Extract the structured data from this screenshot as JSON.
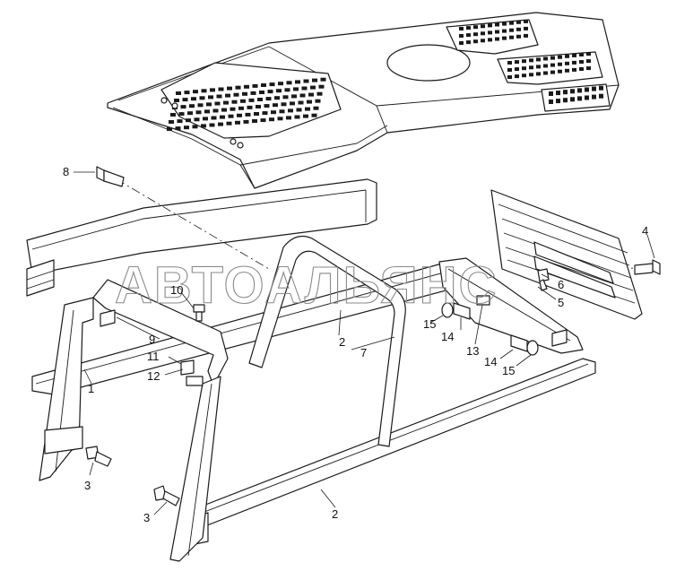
{
  "watermark": "АВТОАЛЬЯНС",
  "callouts": {
    "c1": "1",
    "c2a": "2",
    "c2b": "2",
    "c3a": "3",
    "c3b": "3",
    "c4": "4",
    "c5": "5",
    "c6": "6",
    "c7": "7",
    "c8": "8",
    "c9": "9",
    "c10": "10",
    "c11": "11",
    "c12": "12",
    "c13": "13",
    "c14a": "14",
    "c14b": "14",
    "c15a": "15",
    "c15b": "15"
  },
  "colors": {
    "line": "#1a1a1a",
    "watermark": "#8a8a8a",
    "background": "#ffffff"
  }
}
